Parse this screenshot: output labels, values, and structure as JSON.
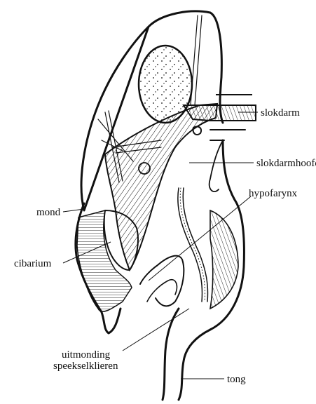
{
  "diagram": {
    "labels": {
      "slokdarm": "slokdarm",
      "slokdarmhoofd": "slokdarmhoofd",
      "hypofarynx": "hypofarynx",
      "mond": "mond",
      "cibarium": "cibarium",
      "uitmonding_line1": "uitmonding",
      "uitmonding_line2": "speekselklieren",
      "tong": "tong"
    },
    "colors": {
      "ink": "#111111",
      "background": "#ffffff"
    }
  }
}
